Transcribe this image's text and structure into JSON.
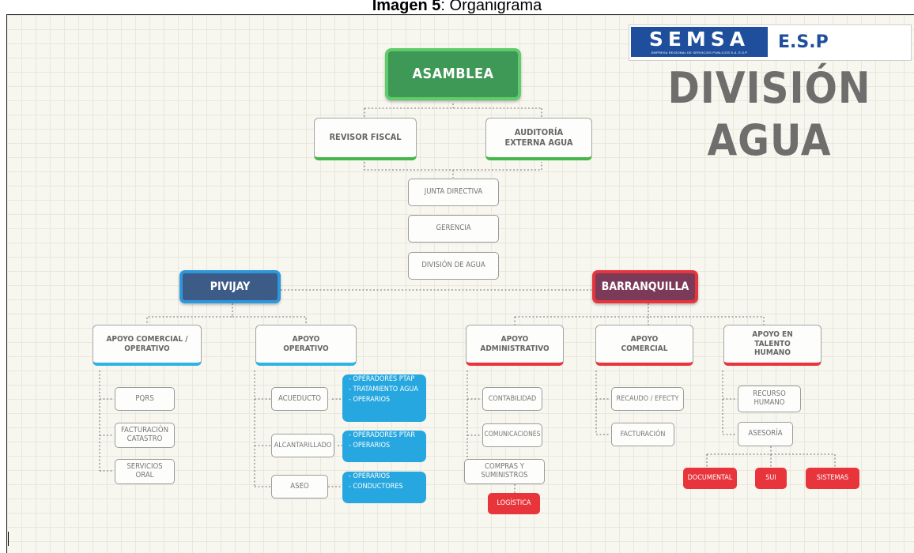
{
  "caption": {
    "bold": "Imagen 5",
    "rest": ": Organigrama"
  },
  "logo": {
    "main": "SEMSA",
    "suffix": "E.S.P",
    "tagline": "EMPRESA REGIONAL DE SERVICIOS PUBLICOS S.A. E.S.P"
  },
  "title": "DIVISIÓN AGUA",
  "nodes": {
    "asamblea": "ASAMBLEA",
    "revisor": "REVISOR FISCAL",
    "auditoria": "AUDITORÍA EXTERNA AGUA",
    "junta": "JUNTA DIRECTIVA",
    "gerencia": "GERENCIA",
    "division": "DIVISIÓN DE AGUA",
    "pivijay": "PIVIJAY",
    "barranquilla": "BARRANQUILLA",
    "apoyo_comercial_operativo": "APOYO COMERCIAL / OPERATIVO",
    "apoyo_operativo": "APOYO OPERATIVO",
    "apoyo_administrativo": "APOYO ADMINISTRATIVO",
    "apoyo_comercial": "APOYO COMERCIAL",
    "apoyo_talento": "APOYO EN TALENTO HUMANO",
    "pqrs": "PQRS",
    "facturacion_catastro": "FACTURACIÓN CATASTRO",
    "servicios_oral": "SERVICIOS ORAL",
    "acueducto": "ACUEDUCTO",
    "alcantarillado": "ALCANTARILLADO",
    "aseo": "ASEO",
    "contabilidad": "CONTABILIDAD",
    "comunicaciones": "COMUNICACIONES",
    "compras": "COMPRAS Y SUMINISTROS",
    "logistica": "LOGÍSTICA",
    "recaudo": "RECAUDO / EFECTY",
    "facturacion": "FACTURACIÓN",
    "recurso_humano": "RECURSO HUMANO",
    "asesoria": "ASESORÍA",
    "documental": "DOCUMENTAL",
    "sui": "SUI",
    "sistemas": "SISTEMAS"
  },
  "notes": {
    "acueducto": [
      "- OPERADORES PTAP",
      "- TRATAMIENTO AGUA",
      "- OPERARIOS"
    ],
    "alcantarillado": [
      "- OPERADORES PTAR",
      "- OPERARIOS"
    ],
    "aseo": [
      "- OPERARIOS",
      "- CONDUCTORES"
    ]
  },
  "colors": {
    "green": "#45b649",
    "blue": "#2eb3e6",
    "red": "#e8353c",
    "navy": "#3c5b86",
    "maroon": "#7b3b58",
    "brand": "#1e4e9c"
  }
}
